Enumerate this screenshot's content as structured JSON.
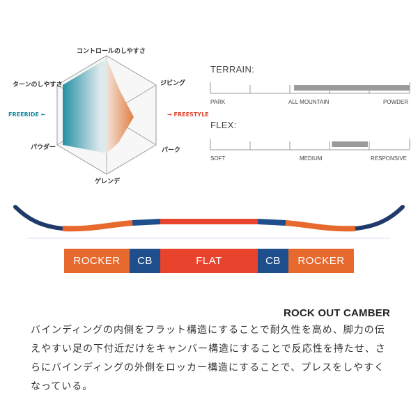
{
  "radar": {
    "axes": {
      "top": "コントロールのしやすさ",
      "upper_right": "ジビング",
      "lower_right": "パーク",
      "bottom": "ゲレンデ",
      "lower_left": "パウダー",
      "upper_left": "ターンのしやすさ"
    },
    "left_label": "FREERIDE",
    "right_label": "FREESTYLE",
    "left_arrow": "←",
    "right_arrow": "→",
    "colors": {
      "freeride": "#1a8aa0",
      "freestyle": "#e07a3a"
    }
  },
  "terrain": {
    "heading": "TERRAIN:",
    "labels": [
      "PARK",
      "ALL MOUNTAIN",
      "POWDER"
    ],
    "range": [
      0.42,
      1.0
    ]
  },
  "flex": {
    "heading": "FLEX:",
    "labels": [
      "SOFT",
      "MEDIUM",
      "RESPONSIVE"
    ],
    "range": [
      0.61,
      0.79
    ]
  },
  "profile": {
    "segments": [
      {
        "label": "ROCKER",
        "color": "#e8692d"
      },
      {
        "label": "CB",
        "color": "#1f4e8c"
      },
      {
        "label": "FLAT",
        "color": "#e8432d"
      },
      {
        "label": "CB",
        "color": "#1f4e8c"
      },
      {
        "label": "ROCKER",
        "color": "#e8692d"
      }
    ]
  },
  "title": "ROCK OUT CAMBER",
  "description": "バインディングの内側をフラット構造にすることで耐久性を高め、脚力の伝えやすい足の下付近だけをキャンバー構造にすることで反応性を持たせ、さらにバインディングの外側をロッカー構造にすることで、プレスをしやすくなっている。"
}
